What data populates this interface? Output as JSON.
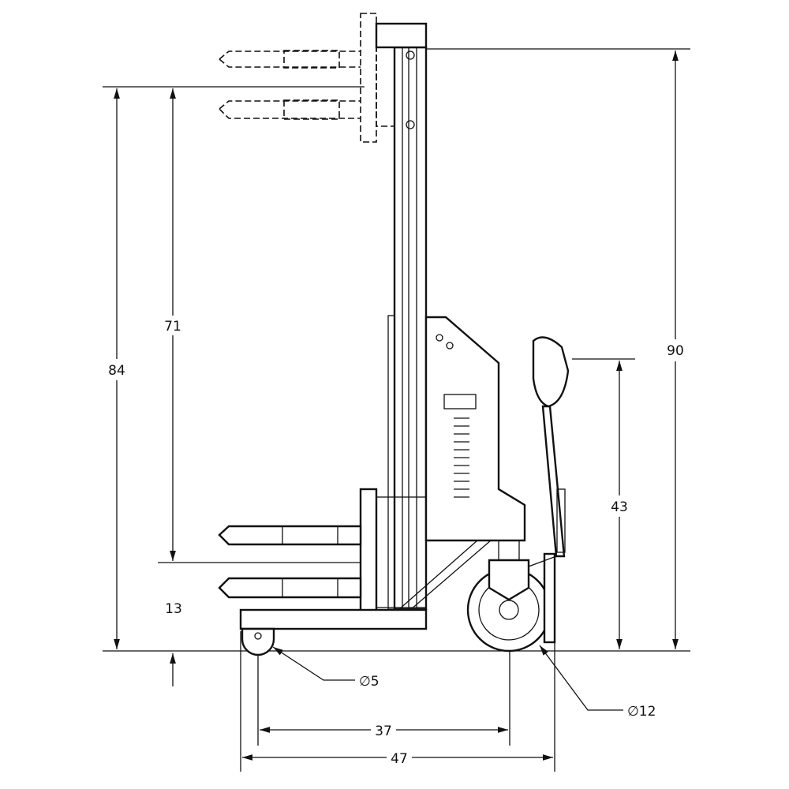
{
  "dimensions": {
    "overall_height": "90",
    "max_fork_height": "84",
    "lift_travel": "71",
    "handle_height": "43",
    "min_fork_height": "13",
    "caster_diameter": "∅5",
    "drive_wheel_diameter": "∅12",
    "wheelbase": "37",
    "overall_length": "47"
  },
  "colors": {
    "line": "#111111",
    "background": "#ffffff"
  }
}
